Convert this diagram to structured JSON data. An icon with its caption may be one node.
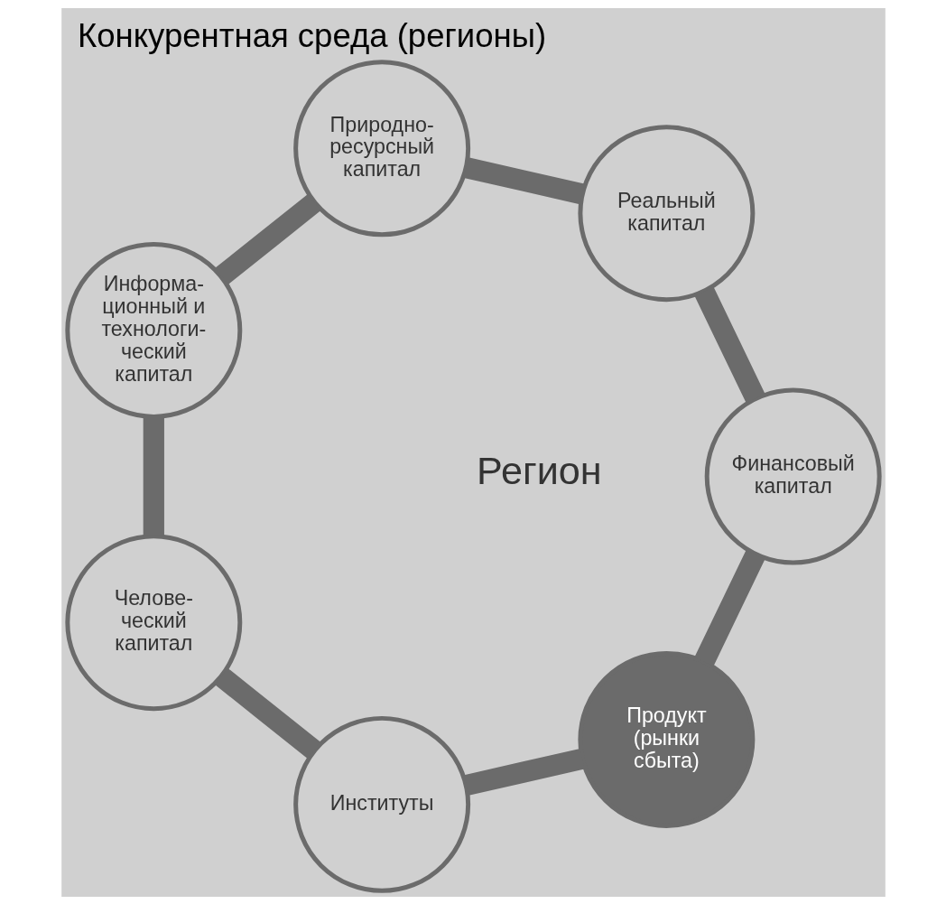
{
  "diagram": {
    "title": "Конкурентная среда (регионы)",
    "nodes": [
      {
        "text": [
          "Продукт (рынки сбыта)"
        ]
      },
      {
        "text": [
          "Институты"
        ]
      },
      {
        "text": [
          "Челове- ческий капитал"
        ]
      },
      {
        "text": [
          "Информа- ционный и технологи- ческий капитал"
        ]
      },
      {
        "text": [
          "Природно- ресурсный капитал"
        ]
      },
      {
        "text": [
          "Реальный капитал"
        ]
      },
      {
        "text": [
          "Финансовый капитал"
        ]
      }
    ],
    "edges": [
      {
        "from": 0,
        "to": 1,
        "arrow": "none"
      },
      {
        "from": 1,
        "to": 2,
        "arrow": "none"
      },
      {
        "from": 2,
        "to": 3,
        "arrow": "none"
      },
      {
        "from": 3,
        "to": 4,
        "arrow": "none"
      },
      {
        "from": 4,
        "to": 5,
        "arrow": "none"
      },
      {
        "from": 5,
        "to": 6,
        "arrow": "none"
      },
      {
        "from": 6,
        "to": 0,
        "arrow": "none"
      }
    ],
    "labels": [
      "Регион"
    ]
  }
}
